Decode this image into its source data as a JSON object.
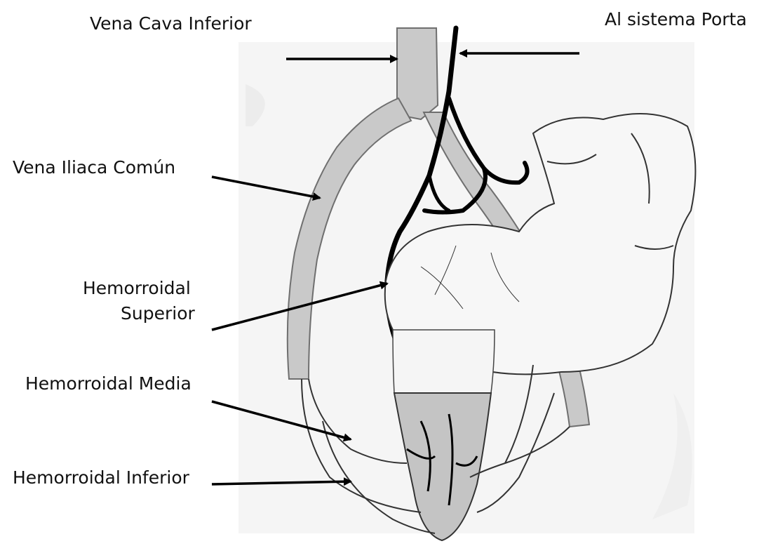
{
  "labels": {
    "vena_cava_inferior": "Vena Cava Inferior",
    "sistema_porta": "Al sistema Porta",
    "vena_iliaca_comun": "Vena Iliaca Común",
    "hemorroidal_superior_line1": "Hemorroidal",
    "hemorroidal_superior_line2": "Superior",
    "hemorroidal_media": "Hemorroidal Media",
    "hemorroidal_inferior": "Hemorroidal Inferior"
  },
  "colors": {
    "text": "#111111",
    "arrow": "#000000",
    "vein_fill": "#c9c9c9",
    "vein_outline": "#6f6f6f",
    "portal_vessel": "#000000",
    "rectum_fill": "#f4f4f4",
    "rectum_shade": "#bdbdbd",
    "background_shade": "#f3f3f3"
  }
}
